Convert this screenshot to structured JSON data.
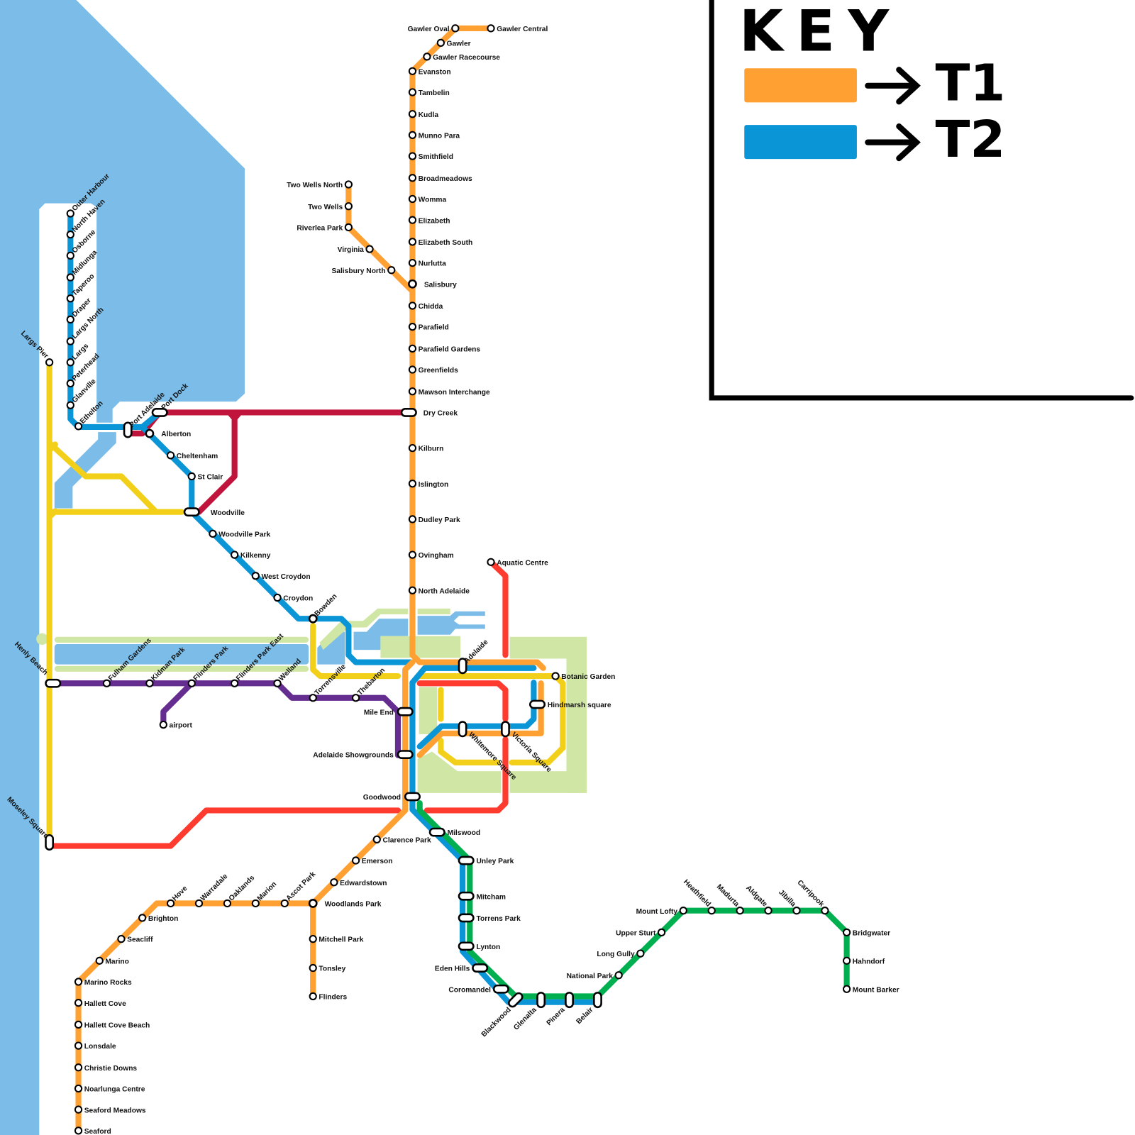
{
  "colors": {
    "water": "#7BBDE8",
    "park": "#D0E6A5",
    "orange": "#FFA033",
    "blue": "#0A96D6",
    "crimson": "#C0143C",
    "yellow": "#F2D01A",
    "purple": "#662D91",
    "red": "#FF3B30",
    "green": "#00B050"
  },
  "key": {
    "title": "KEY",
    "items": [
      {
        "label": "T1",
        "color": "#FFA033"
      },
      {
        "label": "T2",
        "color": "#0A96D6"
      }
    ]
  },
  "stations": {
    "outer_harbor": [
      "Outer Harbour",
      "North Haven",
      "Osborne",
      "Midlunga",
      "Taperoo",
      "Draper",
      "Largs North",
      "Largs",
      "Peterhead",
      "Glanville",
      "Ethelton",
      "Port Adelaide",
      "Port Dock",
      "Alberton",
      "Cheltenham",
      "St Clair",
      "Woodville",
      "Woodville Park",
      "Kilkenny",
      "West Croydon",
      "Croydon",
      "Bowden"
    ],
    "yellow": [
      "Largs Pier",
      "Moseley Square",
      "Henly Beach"
    ],
    "purple": [
      "Fulham Gardens",
      "Kidman Park",
      "Flinders Park",
      "Flinders Park East",
      "Welland",
      "Torrensville",
      "Thebarton",
      "airport"
    ],
    "gawler": [
      "Gawler Oval",
      "Gawler Central",
      "Gawler",
      "Gawler Racecourse",
      "Evanston",
      "Tambelin",
      "Kudla",
      "Munno Para",
      "Smithfield",
      "Broadmeadows",
      "Womma",
      "Elizabeth",
      "Elizabeth South",
      "Nurlutta",
      "Salisbury",
      "Chidda",
      "Parafield",
      "Parafield Gardens",
      "Greenfields",
      "Mawson Interchange",
      "Dry Creek",
      "Kilburn",
      "Islington",
      "Dudley Park",
      "Ovingham",
      "North Adelaide"
    ],
    "two_wells": [
      "Two Wells North",
      "Two Wells",
      "Riverlea Park",
      "Virginia",
      "Salisbury North"
    ],
    "city": [
      "Adelaide",
      "Botanic Garden",
      "Hindmarsh square",
      "Victoria Square",
      "Whitemore Square",
      "Mile End",
      "Adelaide Showgrounds",
      "Goodwood",
      "Aquatic Centre"
    ],
    "seaford": [
      "Clarence Park",
      "Emerson",
      "Edwardstown",
      "Woodlands Park",
      "Mitchell Park",
      "Tonsley",
      "Flinders",
      "Ascot Park",
      "Marion",
      "Oaklands",
      "Warradale",
      "Hove",
      "Brighton",
      "Seacliff",
      "Marino",
      "Marino Rocks",
      "Hallett Cove",
      "Hallett Cove Beach",
      "Lonsdale",
      "Christie Downs",
      "Noarlunga Centre",
      "Seaford Meadows",
      "Seaford"
    ],
    "belair": [
      "Milswood",
      "Unley Park",
      "Mitcham",
      "Torrens Park",
      "Lynton",
      "Eden Hills",
      "Coromandel",
      "Blackwood",
      "Glenalta",
      "Pinera",
      "Belair"
    ],
    "hills": [
      "National Park",
      "Long Gully",
      "Upper Sturt",
      "Mount Lofty",
      "Heathfield",
      "Madurta",
      "Aldgate",
      "Jibilla",
      "Carripook",
      "Bridgwater",
      "Hahndorf",
      "Mount Barker"
    ]
  }
}
